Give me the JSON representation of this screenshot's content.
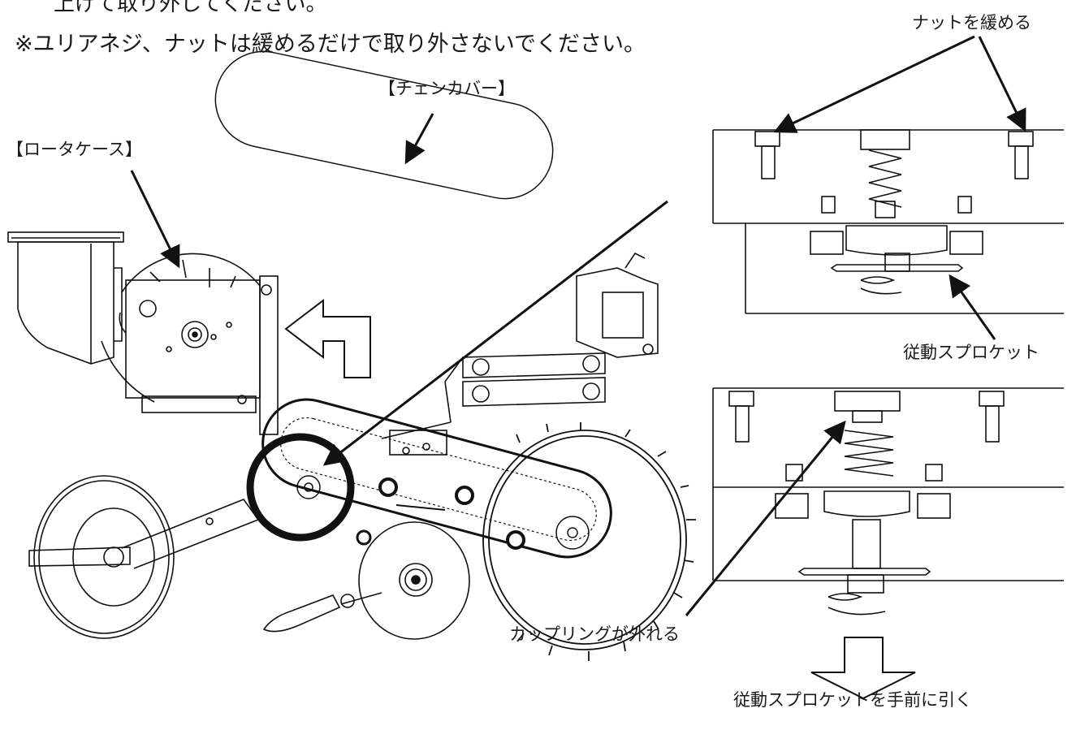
{
  "instructions": {
    "line1": "上げて取り外してください。",
    "line2": "※ユリアネジ、ナットは緩めるだけで取り外さないでください。"
  },
  "labels": {
    "nut_loosen": "ナットを緩める",
    "chain_cover": "【チェンカバー】",
    "rotor_case": "【ロータケース】",
    "driven_sprocket": "従動スプロケット",
    "coupling_release": "カップリングが外れる",
    "pull_sprocket": "従動スプロケットを手前に引く"
  },
  "colors": {
    "line": "#111111",
    "background": "#ffffff"
  }
}
